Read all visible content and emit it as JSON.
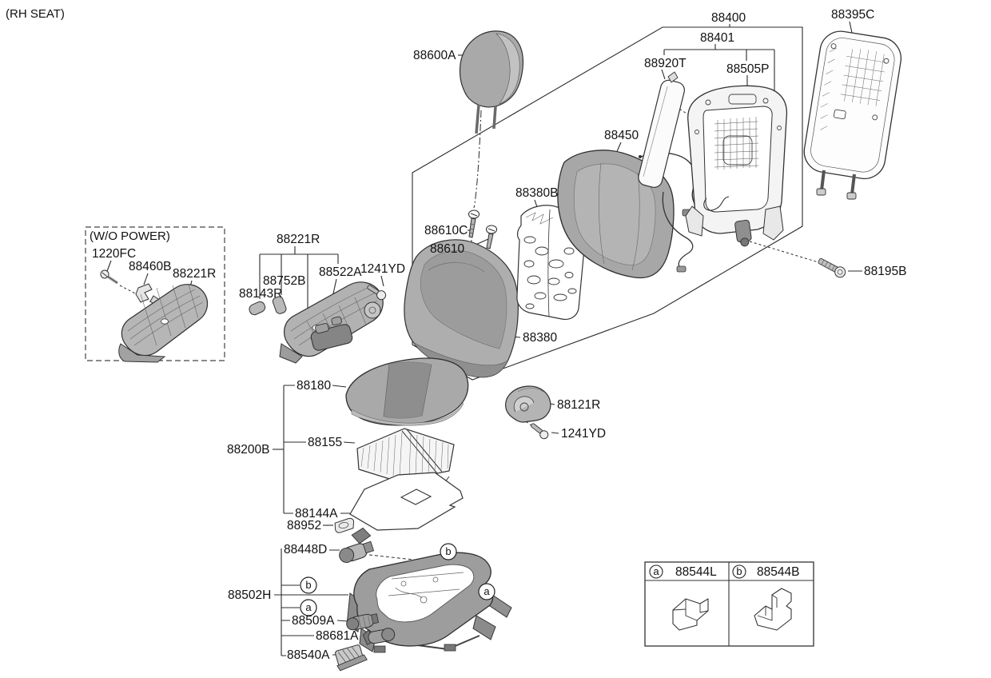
{
  "title": "(RH SEAT)",
  "colors": {
    "line": "#2b2b2b",
    "upholstery": "#a8a8a8",
    "upholstery_dark": "#8d8d8d",
    "upholstery_light": "#c6c6c6",
    "metal_frame": "#9d9d9d",
    "background": "#ffffff"
  },
  "parts": {
    "headrest": "88600A",
    "seatback_assy": "88400",
    "seatback_sub_assy": "88401",
    "side_airbag": "88920T",
    "seatback_frame": "88505P",
    "seatback_board": "88395C",
    "seatback_pad": "88450",
    "map_board": "88380B",
    "screw_88610c": "88610C",
    "screw_88610": "88610",
    "seatback_cover": "88380",
    "bolt_88195b": "88195B",
    "headrest_guide": "88121R",
    "screw_1241yd_guide": "1241YD",
    "wo_power_caption": "(W/O POWER)",
    "screw_1220fc": "1220FC",
    "handle_88460b": "88460B",
    "side_cover_wo_power": "88221R",
    "side_cover": "88221R",
    "switch_88752b": "88752B",
    "cap_88143r": "88143R",
    "switch_88522a": "88522A",
    "bolt_1241yd_side": "1241YD",
    "cushion_cover": "88180",
    "cushion_pan": "88155",
    "cushion_assy": "88200B",
    "felt_88144a": "88144A",
    "clip_88952": "88952",
    "motor_88448d": "88448D",
    "track_assy": "88502H",
    "motor_88509a": "88509A",
    "motor_88681a": "88681A",
    "module_88540a": "88540A"
  },
  "callouts": {
    "a": "a",
    "b": "b"
  },
  "legend": {
    "a_part": "88544L",
    "b_part": "88544B"
  }
}
